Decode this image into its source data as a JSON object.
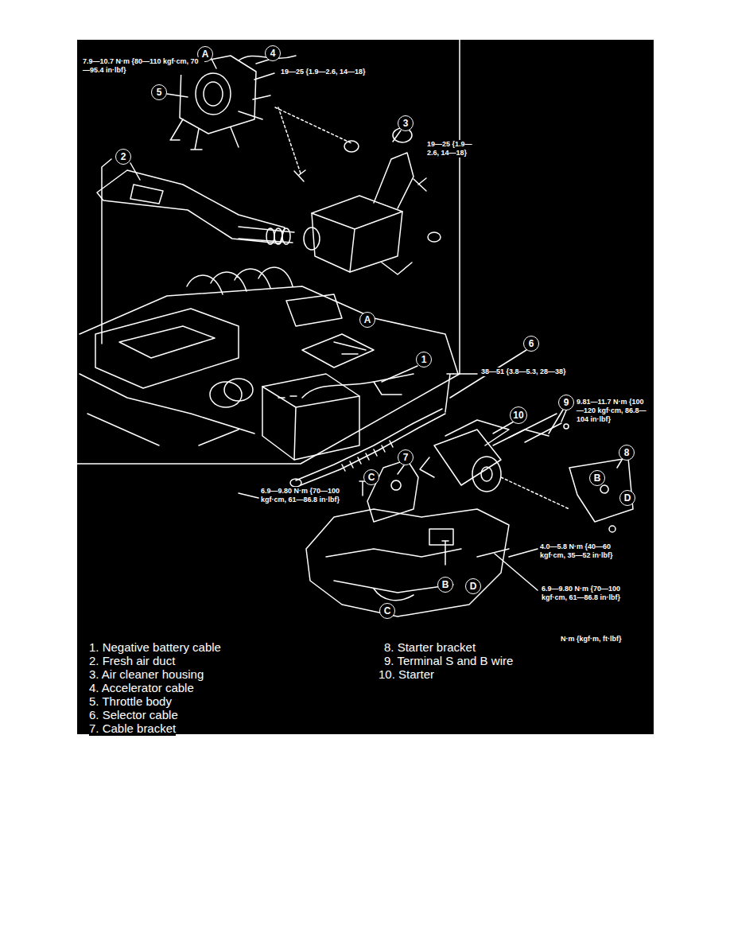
{
  "diagram": {
    "nodes": [
      {
        "text": [
          "A"
        ]
      },
      {
        "text": [
          "4"
        ]
      },
      {
        "text": [
          "5"
        ]
      },
      {
        "text": [
          "3"
        ]
      },
      {
        "text": [
          "2"
        ]
      },
      {
        "text": [
          "A"
        ]
      },
      {
        "text": [
          "6"
        ]
      },
      {
        "text": [
          "1"
        ]
      },
      {
        "text": [
          "9"
        ]
      },
      {
        "text": [
          "10"
        ]
      },
      {
        "text": [
          "8"
        ]
      },
      {
        "text": [
          "7"
        ]
      },
      {
        "text": [
          "C"
        ]
      },
      {
        "text": [
          "B"
        ]
      },
      {
        "text": [
          "D"
        ]
      },
      {
        "text": [
          "B"
        ]
      },
      {
        "text": [
          "D"
        ]
      },
      {
        "text": [
          "C"
        ]
      }
    ],
    "labels": [
      "7.9—10.7 N·m {80—110 kgf·cm, 70—95.4 in·lbf}",
      "19—25 {1.9—2.6, 14—18}",
      "19—25 {1.9— 2.6, 14—18}",
      "38—51 {3.8—5.3, 28—38}",
      "9.81—11.7 N·m {100—120 kgf·cm, 86.8—104 in·lbf}",
      "6.9—9.80 N·m {70—100 kgf·cm, 61—86.8 in·lbf}",
      "4.0—5.8 N·m {40—60 kgf·cm, 35—52 in·lbf}",
      "6.9—9.80 N·m {70—100 kgf·cm, 61—86.8 in·lbf}",
      "N·m {kgf·m, ft·lbf}",
      "1. Negative battery cable",
      "2. Fresh air duct",
      "3. Air cleaner housing",
      "4. Accelerator cable",
      "5. Throttle body",
      "6. Selector cable",
      "7. Cable bracket",
      "8. Starter bracket",
      "9. Terminal S and B wire",
      "10. Starter"
    ]
  }
}
